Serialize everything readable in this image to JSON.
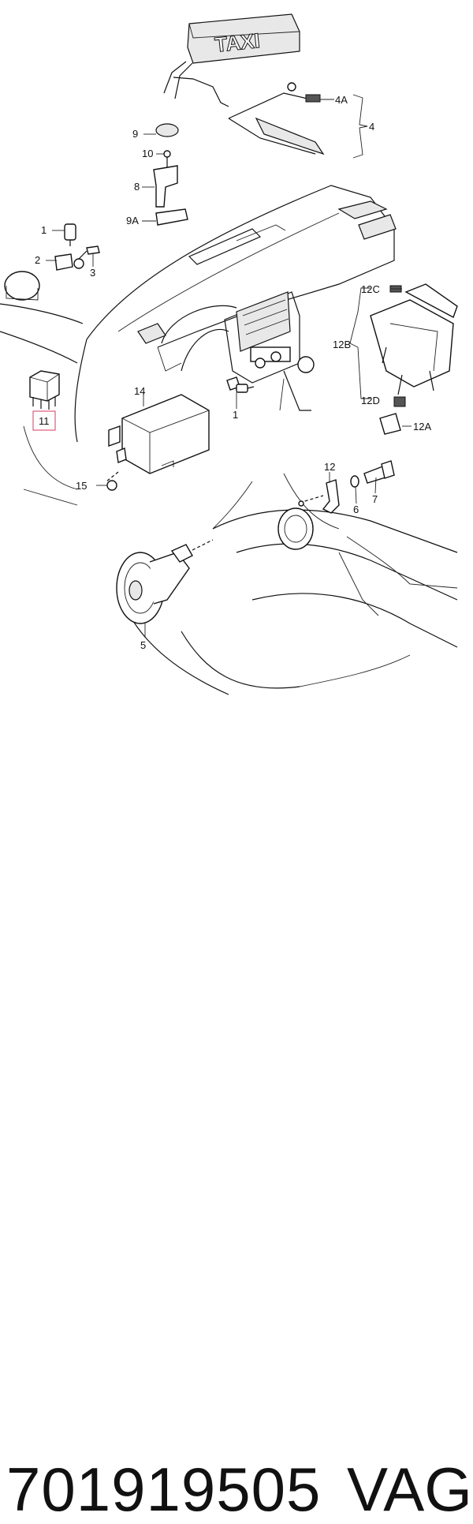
{
  "diagram": {
    "taxi_sign_text": "TAXI",
    "callouts": {
      "c1": "1",
      "c1b": "1",
      "c2": "2",
      "c3": "3",
      "c4": "4",
      "c4a": "4A",
      "c5": "5",
      "c6": "6",
      "c7": "7",
      "c8": "8",
      "c9": "9",
      "c9a": "9A",
      "c10": "10",
      "c11": "11",
      "c12": "12",
      "c12a": "12A",
      "c12b": "12B",
      "c12c": "12C",
      "c12d": "12D",
      "c14": "14",
      "c15": "15"
    },
    "highlight_color": "#e05a7a"
  },
  "footer": {
    "part_number": "701919505",
    "brand": "VAG"
  }
}
